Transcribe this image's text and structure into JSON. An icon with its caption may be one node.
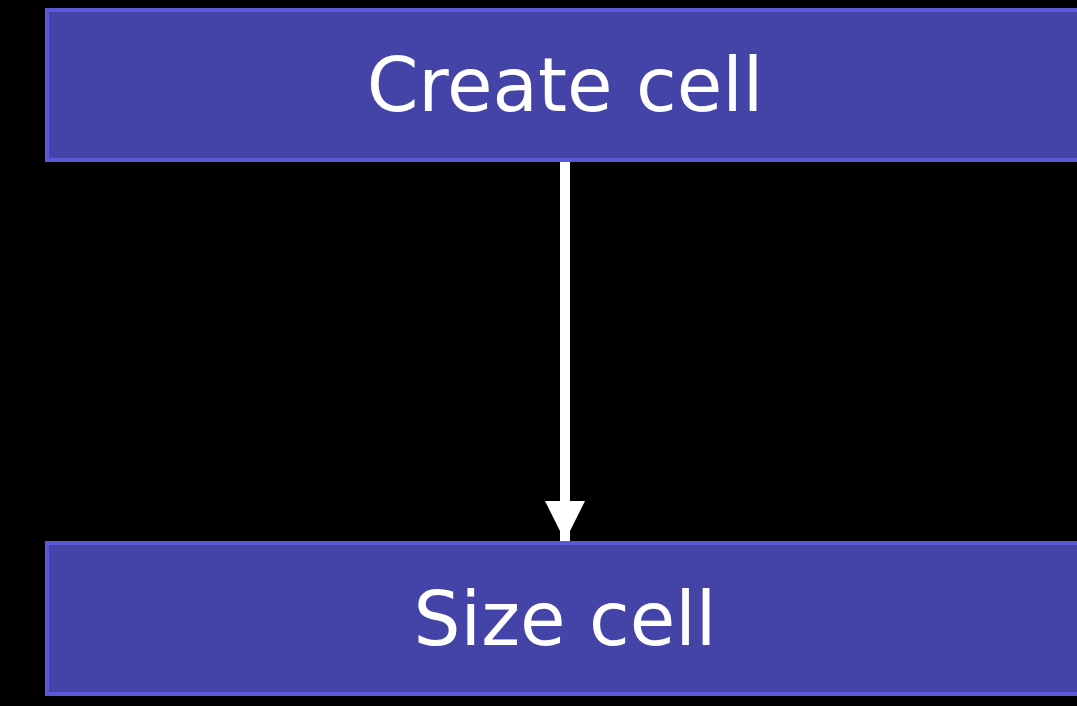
{
  "diagram": {
    "nodes": [
      {
        "text": [
          "Create cell"
        ]
      },
      {
        "text": [
          "Size cell"
        ]
      }
    ],
    "edges": [
      {
        "from": 0,
        "to": 1,
        "arrow": "to"
      }
    ]
  }
}
